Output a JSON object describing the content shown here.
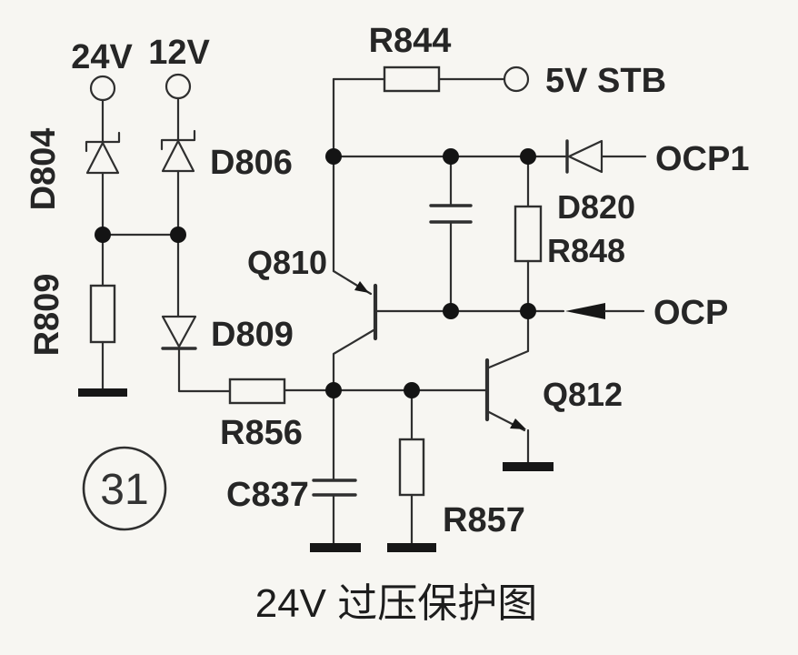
{
  "diagram": {
    "title": "24V 过压保护图",
    "figure_number": "31",
    "terminals": {
      "v24": "24V",
      "v12": "12V",
      "stb": "5V STB",
      "ocp1": "OCP1",
      "ocp": "OCP"
    },
    "components": {
      "d804": "D804",
      "d806": "D806",
      "d809": "D809",
      "d820": "D820",
      "r809": "R809",
      "r844": "R844",
      "r848": "R848",
      "r856": "R856",
      "r857": "R857",
      "c837": "C837",
      "q810": "Q810",
      "q812": "Q812"
    },
    "colors": {
      "line": "#2f2f2f",
      "text": "#262626",
      "background": "#f7f6f2"
    }
  }
}
